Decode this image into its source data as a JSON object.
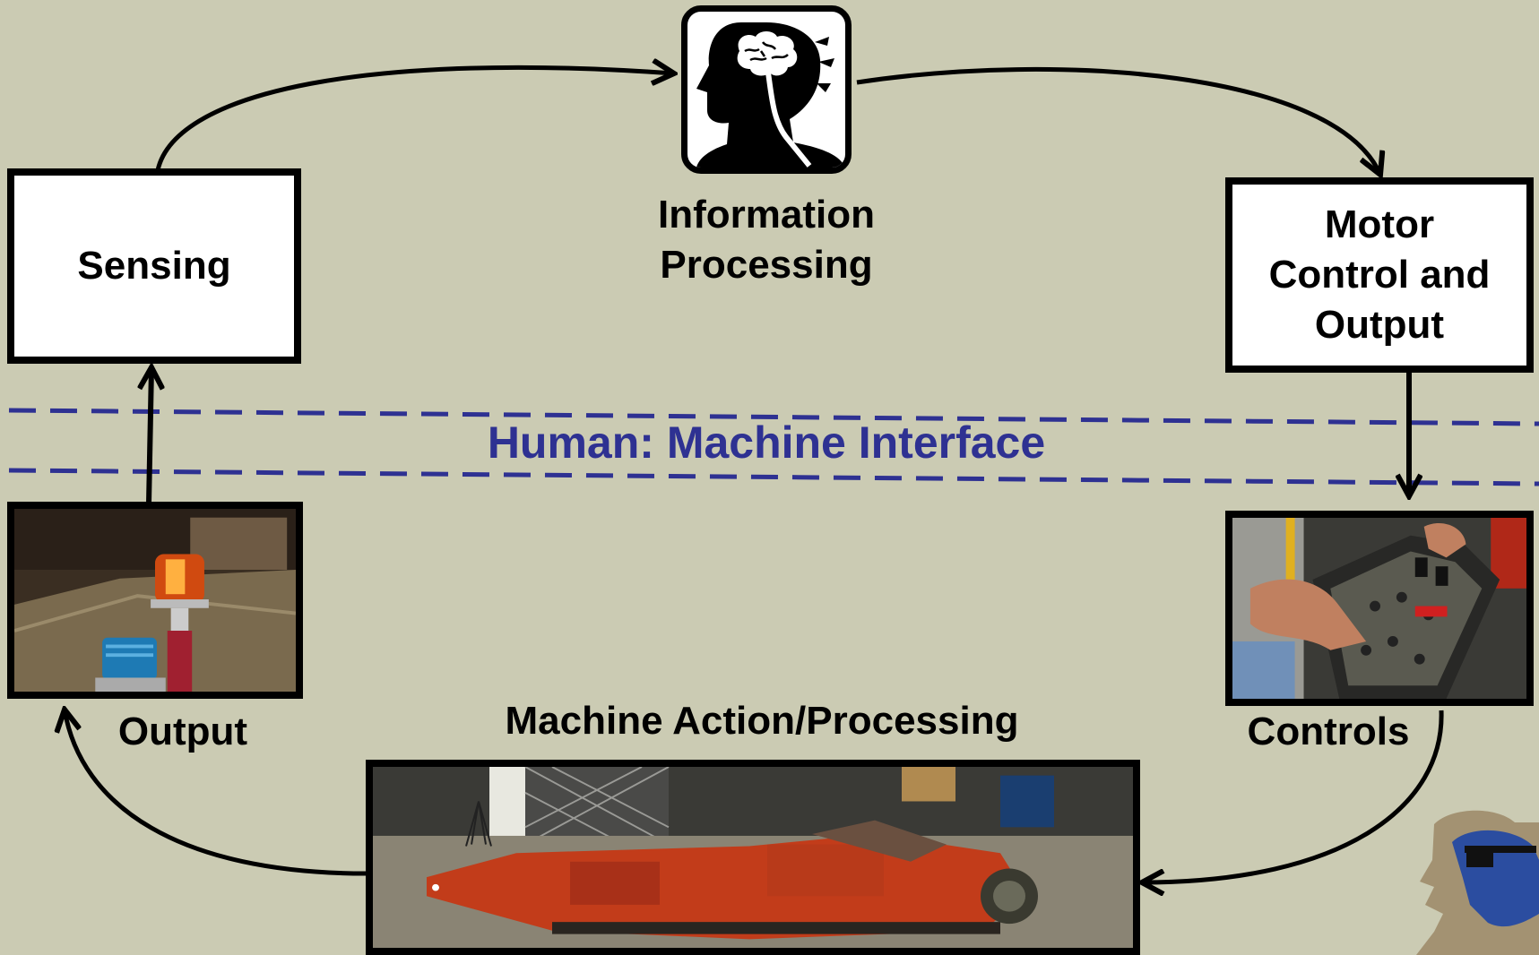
{
  "nodes": {
    "sensing": "Sensing",
    "information_processing": [
      "Information",
      "Processing"
    ],
    "motor_control": [
      "Motor",
      "Control and",
      "Output"
    ],
    "interface": "Human: Machine Interface",
    "output": "Output",
    "controls": "Controls",
    "machine_action": "Machine Action/Processing"
  },
  "colors": {
    "background": "#cbcbb3",
    "interface_text": "#2e3192",
    "dash_line": "#2e3192",
    "arrow": "#000000"
  },
  "icons": {
    "brain": "head-brain-icon",
    "logo": "miner-silhouette-logo"
  }
}
